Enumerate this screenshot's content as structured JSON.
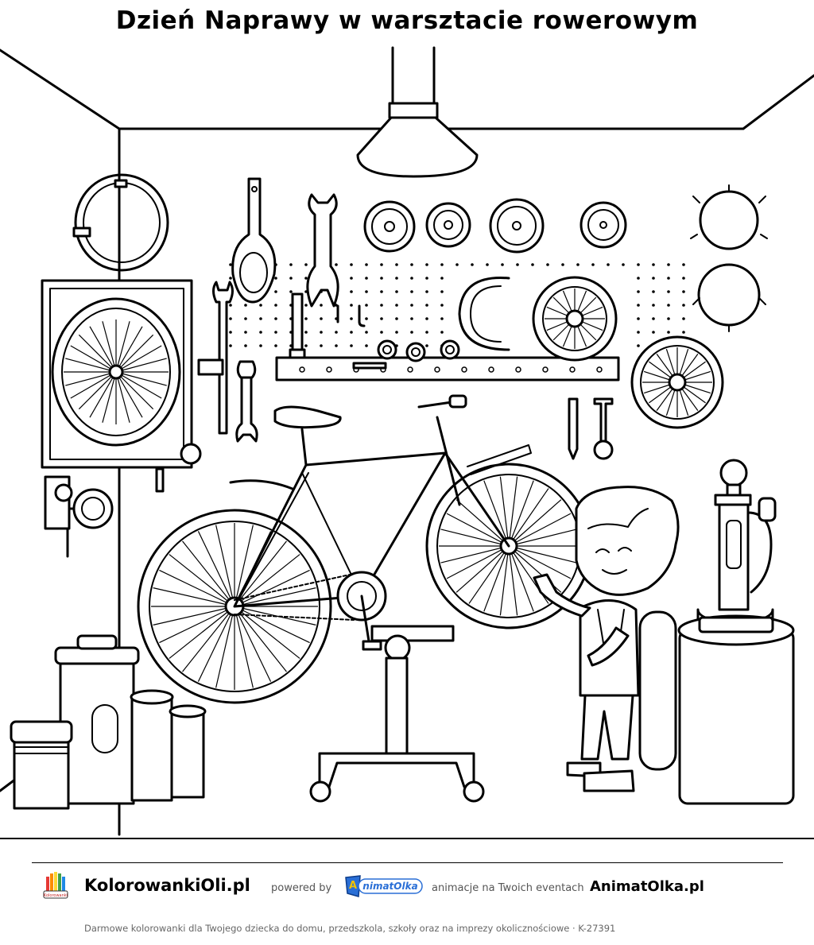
{
  "page": {
    "title": "Dzień Naprawy w warsztacie rowerowym"
  },
  "footer": {
    "site_name": "KolorowankiOli.pl",
    "powered_by": "powered by",
    "animatolka_logo_text": "AnimatOlka",
    "tagline": "animacje na Twoich eventach",
    "partner_site": "AnimatOlka.pl",
    "bottom_line": "Darmowe kolorowanki dla Twojego dziecka do domu, przedszkola, szkoły oraz na imprezy okolicznościowe  ·  K-27391"
  },
  "illustration": {
    "subject": "boy-repairing-bicycle-in-workshop",
    "style": "black-and-white-coloring-page"
  },
  "colors": {
    "ink": "#000000",
    "paper": "#ffffff",
    "muted_text": "#555555",
    "animatolka_blue": "#2a6fd6",
    "animatolka_yellow": "#f2c200"
  }
}
